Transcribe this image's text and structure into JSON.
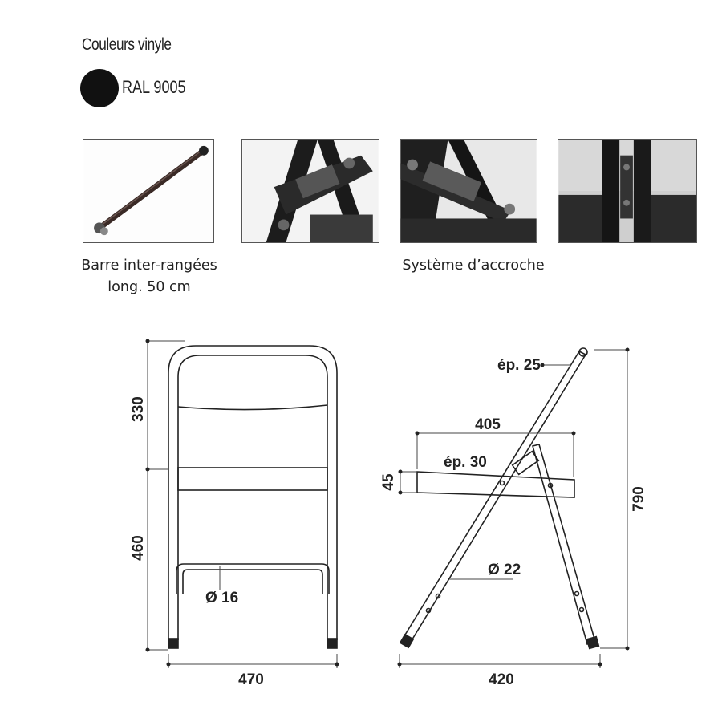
{
  "colors_title": "Couleurs vinyle",
  "swatch": {
    "label": "RAL 9005",
    "color": "#111111"
  },
  "photos": [
    {
      "name": "bar-photo",
      "icon": "inter-row-bar-photo"
    },
    {
      "name": "hook-photo-1",
      "icon": "hook-system-photo"
    },
    {
      "name": "hook-photo-2",
      "icon": "hook-system-photo"
    },
    {
      "name": "hook-photo-3",
      "icon": "hook-system-photo"
    }
  ],
  "captions": {
    "bar_line1": "Barre inter-rangées",
    "bar_line2": "long. 50 cm",
    "hook": "Système d’accroche"
  },
  "dimensions": {
    "front_upper_height": "330",
    "front_lower_height": "460",
    "front_width": "470",
    "front_tube_diameter": "Ø 16",
    "side_seat_depth": "405",
    "side_seat_thickness_label": "ép. 30",
    "side_seat_height": "45",
    "side_total_height": "790",
    "side_top_thickness": "ép. 25",
    "side_leg_diameter": "Ø 22",
    "side_base_width": "420"
  }
}
